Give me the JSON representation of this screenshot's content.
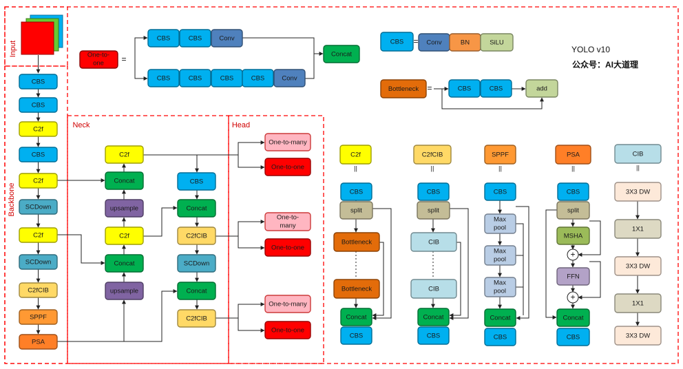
{
  "header": {
    "title": "YOLO v10",
    "subtitle": "公众号：AI大道理"
  },
  "regions": {
    "input": "Input",
    "backbone": "Backbone",
    "neck": "Neck",
    "head": "Head"
  },
  "colors": {
    "cbs": "#00b0f0",
    "c2f": "#ffff00",
    "scdown": "#4bacc6",
    "c2fcib": "#ffd966",
    "sppf": "#ff9933",
    "psa": "#ff7f27",
    "concat": "#00b050",
    "upsample": "#8064a2",
    "conv": "#4f81bd",
    "bn": "#f79646",
    "silu": "#c3d69b",
    "red": "#ff0000",
    "pink": "#ffb6c1",
    "bottleneck": "#e36c0a",
    "split": "#c4bd97",
    "cib": "#b7dee8",
    "maxpool": "#b9cde5",
    "msha": "#9bbb59",
    "ffn": "#b3a2c7",
    "dw": "#fde9d9",
    "x1": "#ddd9c3",
    "dashed": "#ff0000"
  },
  "labels": {
    "cbs": "CBS",
    "c2f": "C2f",
    "scdown": "SCDown",
    "c2fcib": "C2fCIB",
    "sppf": "SPPF",
    "psa": "PSA",
    "concat": "Concat",
    "upsample": "upsample",
    "conv": "Conv",
    "bn": "BN",
    "silu": "SiLU",
    "one_to_one": "One-to-one",
    "one_to_many": "One-to-many",
    "bottleneck": "Bottleneck",
    "add": "add",
    "split": "split",
    "cib": "CIB",
    "max_pool": "Max pool",
    "msha": "MSHA",
    "ffn": "FFN",
    "dw3x3": "3X3 DW",
    "x1": "1X1",
    "plus": "+",
    "equals": "=",
    "double_bar": "||"
  }
}
